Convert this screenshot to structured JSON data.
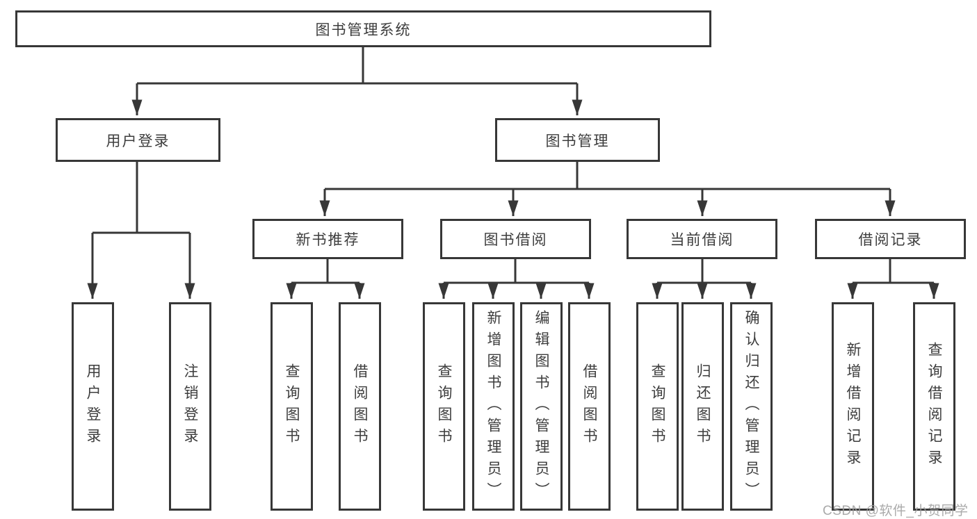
{
  "diagram": {
    "root": {
      "label": "图书管理系统"
    },
    "branches": [
      {
        "label": "用户登录",
        "children": [
          {
            "label": "用户登录"
          },
          {
            "label": "注销登录"
          }
        ]
      },
      {
        "label": "图书管理",
        "sections": [
          {
            "label": "新书推荐",
            "children": [
              {
                "label": "查询图书"
              },
              {
                "label": "借阅图书"
              }
            ]
          },
          {
            "label": "图书借阅",
            "children": [
              {
                "label": "查询图书"
              },
              {
                "label": "新增图书（管理员）"
              },
              {
                "label": "编辑图书（管理员）"
              },
              {
                "label": "借阅图书"
              }
            ]
          },
          {
            "label": "当前借阅",
            "children": [
              {
                "label": "查询图书"
              },
              {
                "label": "归还图书"
              },
              {
                "label": "确认归还（管理员）"
              }
            ]
          },
          {
            "label": "借阅记录",
            "children": [
              {
                "label": "新增借阅记录"
              },
              {
                "label": "查询借阅记录"
              }
            ]
          }
        ]
      }
    ],
    "colors": {
      "line": "#373737",
      "text": "#3d3d3d",
      "background": "#ffffff",
      "watermark": "#9e9e9e"
    },
    "watermark": "CSDN @软件_小贺同学"
  }
}
